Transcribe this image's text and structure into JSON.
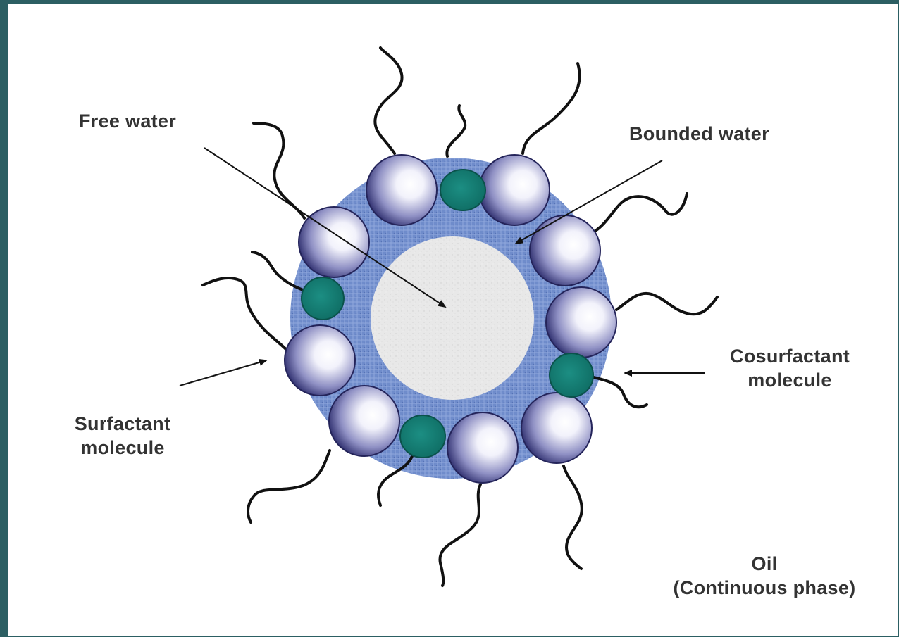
{
  "diagram": {
    "labels": {
      "free_water": "Free water",
      "bounded_water": "Bounded water",
      "cosurfactant_line1": "Cosurfactant",
      "cosurfactant_line2": "molecule",
      "surfactant_line1": "Surfactant",
      "surfactant_line2": "molecule",
      "oil_line1": "Oil",
      "oil_line2": "(Continuous phase)"
    },
    "colors": {
      "frame": "#2c5f63",
      "background": "#ffffff",
      "bound_water_layer": "#6a86c8",
      "free_water_core": "#e6e6e6",
      "surfactant_head_dark": "#2e2e6e",
      "surfactant_head_light": "#ffffff",
      "cosurfactant_head": "#137a70",
      "tail": "#111111",
      "text": "#333333"
    }
  }
}
